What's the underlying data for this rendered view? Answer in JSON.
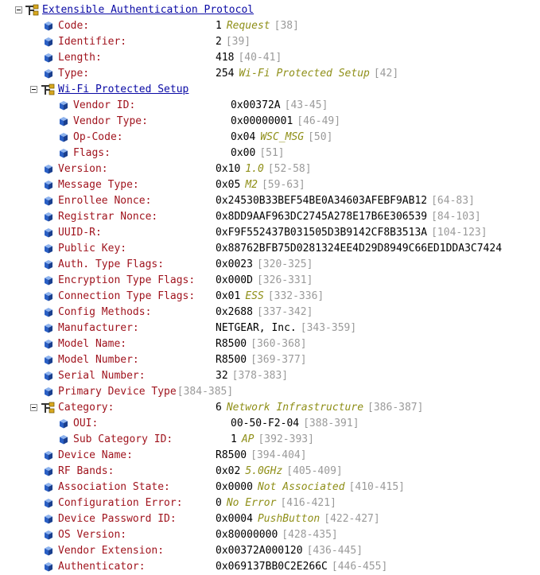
{
  "rows": [
    {
      "type": "section",
      "depth": 0,
      "name": "Extensible Authentication Protocol"
    },
    {
      "type": "field",
      "depth": 1,
      "name": "Code:",
      "value": "1",
      "desc": "Request",
      "range": "[38]"
    },
    {
      "type": "field",
      "depth": 1,
      "name": "Identifier:",
      "value": "2",
      "desc": "",
      "range": "[39]"
    },
    {
      "type": "field",
      "depth": 1,
      "name": "Length:",
      "value": "418",
      "desc": "",
      "range": "[40-41]"
    },
    {
      "type": "field",
      "depth": 1,
      "name": "Type:",
      "value": "254",
      "desc": "Wi-Fi Protected Setup",
      "range": "[42]"
    },
    {
      "type": "section",
      "depth": 1,
      "name": "Wi-Fi Protected Setup"
    },
    {
      "type": "field",
      "depth": 2,
      "name": "Vendor ID:",
      "value": "0x00372A",
      "desc": "",
      "range": "[43-45]"
    },
    {
      "type": "field",
      "depth": 2,
      "name": "Vendor Type:",
      "value": "0x00000001",
      "desc": "",
      "range": "[46-49]"
    },
    {
      "type": "field",
      "depth": 2,
      "name": "Op-Code:",
      "value": "0x04",
      "desc": "WSC_MSG",
      "range": "[50]"
    },
    {
      "type": "field",
      "depth": 2,
      "name": "Flags:",
      "value": "0x00",
      "desc": "",
      "range": "[51]"
    },
    {
      "type": "field",
      "depth": 1,
      "name": "Version:",
      "value": "0x10",
      "desc": "1.0",
      "range": "[52-58]"
    },
    {
      "type": "field",
      "depth": 1,
      "name": "Message Type:",
      "value": "0x05",
      "desc": "M2",
      "range": "[59-63]"
    },
    {
      "type": "field",
      "depth": 1,
      "name": "Enrollee Nonce:",
      "value": "0x24530B33BEF54BE0A34603AFEBF9AB12",
      "desc": "",
      "range": "[64-83]"
    },
    {
      "type": "field",
      "depth": 1,
      "name": "Registrar Nonce:",
      "value": "0x8DD9AAF963DC2745A278E17B6E306539",
      "desc": "",
      "range": "[84-103]"
    },
    {
      "type": "field",
      "depth": 1,
      "name": "UUID-R:",
      "value": "0xF9F552437B031505D3B9142CF8B3513A",
      "desc": "",
      "range": "[104-123]"
    },
    {
      "type": "field",
      "depth": 1,
      "name": "Public Key:",
      "value": "0x88762BFB75D0281324EE4D29D8949C66ED1DDA3C7424",
      "desc": "",
      "range": ""
    },
    {
      "type": "field",
      "depth": 1,
      "name": "Auth. Type Flags:",
      "value": "0x0023",
      "desc": "",
      "range": "[320-325]"
    },
    {
      "type": "field",
      "depth": 1,
      "name": "Encryption Type Flags:",
      "value": "0x000D",
      "desc": "",
      "range": "[326-331]"
    },
    {
      "type": "field",
      "depth": 1,
      "name": "Connection Type Flags:",
      "value": "0x01",
      "desc": "ESS",
      "range": "[332-336]"
    },
    {
      "type": "field",
      "depth": 1,
      "name": "Config Methods:",
      "value": "0x2688",
      "desc": "",
      "range": "[337-342]"
    },
    {
      "type": "field",
      "depth": 1,
      "name": "Manufacturer:",
      "value": "NETGEAR, Inc.",
      "desc": "",
      "range": "[343-359]"
    },
    {
      "type": "field",
      "depth": 1,
      "name": "Model Name:",
      "value": "R8500",
      "desc": "",
      "range": "[360-368]"
    },
    {
      "type": "field",
      "depth": 1,
      "name": "Model Number:",
      "value": "R8500",
      "desc": "",
      "range": "[369-377]"
    },
    {
      "type": "field",
      "depth": 1,
      "name": "Serial Number:",
      "value": "32",
      "desc": "",
      "range": "[378-383]"
    },
    {
      "type": "field",
      "depth": 1,
      "name": "Primary Device Type",
      "value": "",
      "desc": "",
      "range": "[384-385]",
      "inline": true
    },
    {
      "type": "section",
      "depth": 1,
      "name": "Category:",
      "value": "6",
      "desc": "Network Infrastructure",
      "range": "[386-387]",
      "plain": true
    },
    {
      "type": "field",
      "depth": 2,
      "name": "OUI:",
      "value": "00-50-F2-04",
      "desc": "",
      "range": "[388-391]"
    },
    {
      "type": "field",
      "depth": 2,
      "name": "Sub Category ID:",
      "value": "1",
      "desc": "AP",
      "range": "[392-393]"
    },
    {
      "type": "field",
      "depth": 1,
      "name": "Device Name:",
      "value": "R8500",
      "desc": "",
      "range": "[394-404]"
    },
    {
      "type": "field",
      "depth": 1,
      "name": "RF Bands:",
      "value": "0x02",
      "desc": "5.0GHz",
      "range": "[405-409]"
    },
    {
      "type": "field",
      "depth": 1,
      "name": "Association State:",
      "value": "0x0000",
      "desc": "Not Associated",
      "range": "[410-415]"
    },
    {
      "type": "field",
      "depth": 1,
      "name": "Configuration Error:",
      "value": "0",
      "desc": "No Error",
      "range": "[416-421]"
    },
    {
      "type": "field",
      "depth": 1,
      "name": "Device Password ID:",
      "value": "0x0004",
      "desc": "PushButton",
      "range": "[422-427]"
    },
    {
      "type": "field",
      "depth": 1,
      "name": "OS Version:",
      "value": "0x80000000",
      "desc": "",
      "range": "[428-435]"
    },
    {
      "type": "field",
      "depth": 1,
      "name": "Vendor Extension:",
      "value": "0x00372A000120",
      "desc": "",
      "range": "[436-445]"
    },
    {
      "type": "field",
      "depth": 1,
      "name": "Authenticator:",
      "value": "0x069137BB0C2E266C",
      "desc": "",
      "range": "[446-455]"
    }
  ],
  "colors": {
    "field_name": "#a0141e",
    "section_name": "#0a0aa5",
    "description": "#8f8f18",
    "range": "#9a9a9a",
    "cube_icon": "#2a5fc4"
  },
  "icons": {
    "section": "protocol-tree-icon",
    "field": "field-cube-icon",
    "expander": "collapse-minus-icon"
  }
}
